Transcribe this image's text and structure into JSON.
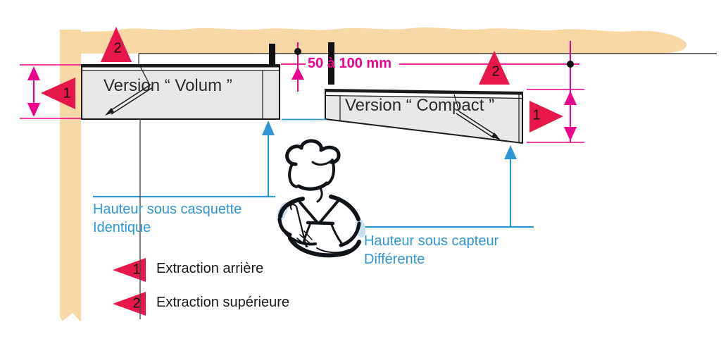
{
  "figure": {
    "volum_label": "Version “ Volum ”",
    "compact_label": "Version “ Compact ”",
    "gap_dimension": "50 à 100 mm",
    "casquette_caption_line1": "Hauteur sous casquette",
    "casquette_caption_line2": "Identique",
    "capteur_caption_line1": "Hauteur sous capteur",
    "capteur_caption_line2": "Différente"
  },
  "markers": {
    "rear": "1",
    "top": "2"
  },
  "legend": [
    {
      "num": "1",
      "label": "Extraction arrière"
    },
    {
      "num": "2",
      "label": "Extraction supérieure"
    }
  ],
  "colors": {
    "magenta": "#EC008C",
    "marker_red": "#E8174B",
    "dim_blue": "#2E96D4",
    "ceiling_tan": "#F8D8A4",
    "hood_gray": "#E8E8E8",
    "ink": "#1A1A1A"
  }
}
